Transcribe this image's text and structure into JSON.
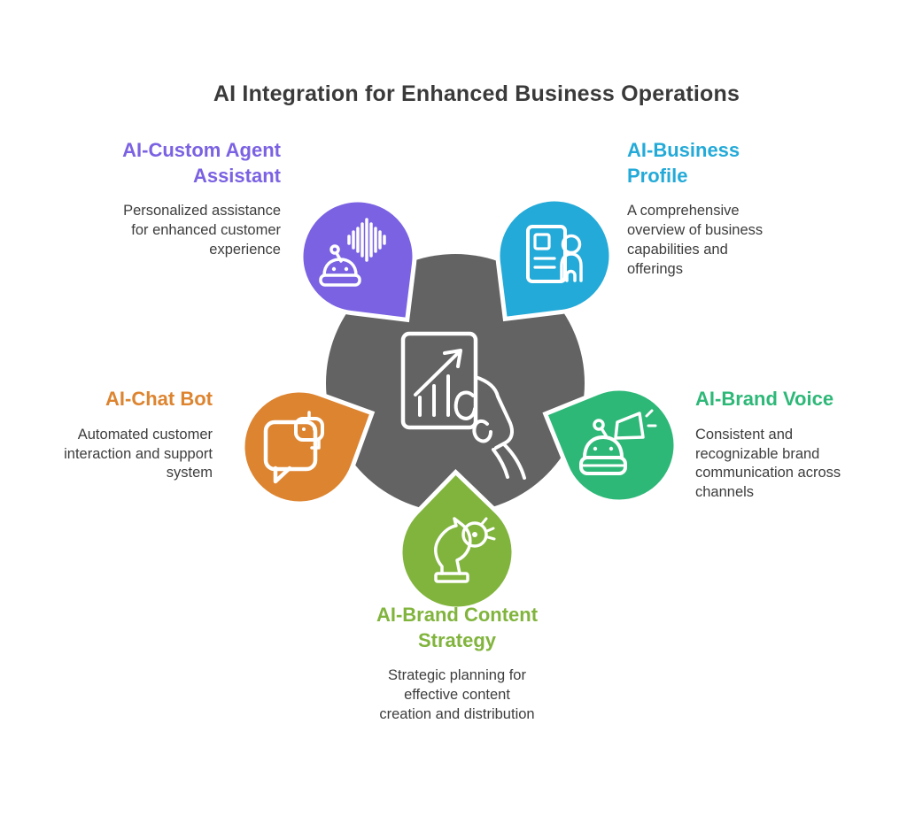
{
  "title": "AI Integration for Enhanced Business Operations",
  "center": {
    "icon": "hand-holding-growth-chart-icon",
    "color": "#636363"
  },
  "items": [
    {
      "id": "custom-agent-assistant",
      "position": "top-left",
      "color": "#7B62E2",
      "label": "AI-Custom Agent\nAssistant",
      "description": "Personalized assistance\nfor enhanced customer\nexperience",
      "icon": "robot-voice-wave-icon"
    },
    {
      "id": "business-profile",
      "position": "top-right",
      "color": "#24AAD8",
      "label": "AI-Business\nProfile",
      "description": "A comprehensive\noverview of business\ncapabilities and\nofferings",
      "icon": "business-profile-card-icon"
    },
    {
      "id": "chat-bot",
      "position": "middle-left",
      "color": "#DD8430",
      "label": "AI-Chat Bot",
      "description": "Automated customer\ninteraction and support\nsystem",
      "icon": "chat-bubble-robot-icon"
    },
    {
      "id": "brand-voice",
      "position": "middle-right",
      "color": "#2EB878",
      "label": "AI-Brand Voice",
      "description": "Consistent and\nrecognizable brand\ncommunication across\nchannels",
      "icon": "robot-megaphone-icon"
    },
    {
      "id": "brand-content-strategy",
      "position": "bottom",
      "color": "#81B43D",
      "label": "AI-Brand Content\nStrategy",
      "description": "Strategic planning for\neffective content\ncreation and distribution",
      "icon": "chess-knight-gear-icon"
    }
  ]
}
